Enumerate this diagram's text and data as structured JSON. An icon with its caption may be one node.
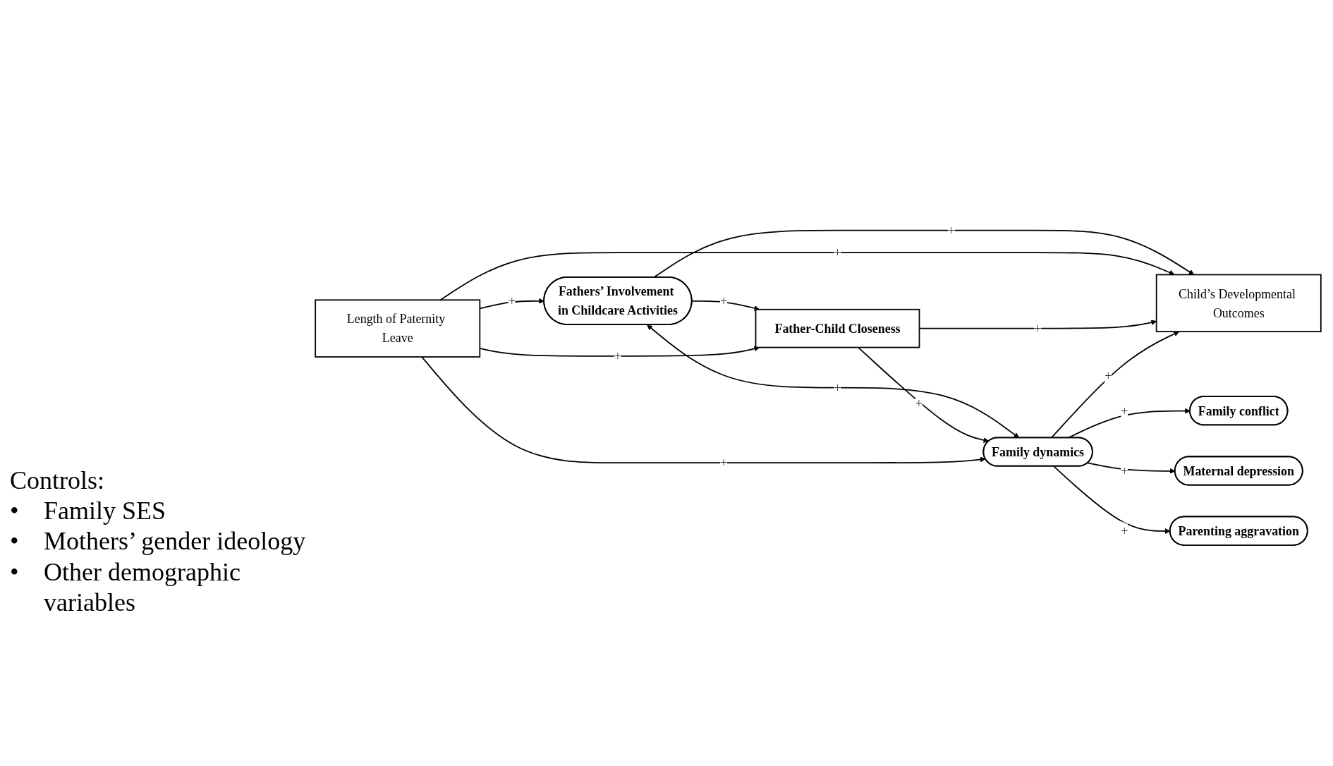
{
  "diagram": {
    "nodes": [
      {
        "text": [
          "Length of Paternity Leave"
        ]
      },
      {
        "text": [
          "Fathers’ Involvement in Childcare Activities"
        ]
      },
      {
        "text": [
          "Father-Child Closeness"
        ]
      },
      {
        "text": [
          "Child’s Developmental Outcomes"
        ]
      },
      {
        "text": [
          "Family dynamics"
        ]
      },
      {
        "text": [
          "Family conflict"
        ]
      },
      {
        "text": [
          "Maternal depression"
        ]
      },
      {
        "text": [
          "Parenting aggravation"
        ]
      }
    ],
    "edges": [
      {
        "from": 0,
        "to": 1,
        "arrow": "to",
        "label": "+"
      },
      {
        "from": 1,
        "to": 3,
        "arrow": "to",
        "label": "+"
      },
      {
        "from": 1,
        "to": 2,
        "arrow": "to",
        "label": "+"
      },
      {
        "from": 0,
        "to": 3,
        "arrow": "to",
        "label": "+"
      },
      {
        "from": 0,
        "to": 2,
        "arrow": "to",
        "label": "+"
      },
      {
        "from": 2,
        "to": 3,
        "arrow": "to",
        "label": "+"
      },
      {
        "from": 1,
        "to": 4,
        "arrow": "both",
        "label": "+"
      },
      {
        "from": 2,
        "to": 4,
        "arrow": "to",
        "label": "+"
      },
      {
        "from": 0,
        "to": 4,
        "arrow": "to",
        "label": "+"
      },
      {
        "from": 4,
        "to": 3,
        "arrow": "to",
        "label": "+"
      },
      {
        "from": 4,
        "to": 5,
        "arrow": "to",
        "label": "+"
      },
      {
        "from": 4,
        "to": 6,
        "arrow": "to",
        "label": "+"
      },
      {
        "from": 4,
        "to": 7,
        "arrow": "to",
        "label": "+"
      }
    ],
    "labels": [
      "Controls:",
      "•",
      "Family SES",
      "•",
      "Mothers’ gender ideology",
      "•",
      "Other demographic variables"
    ]
  }
}
